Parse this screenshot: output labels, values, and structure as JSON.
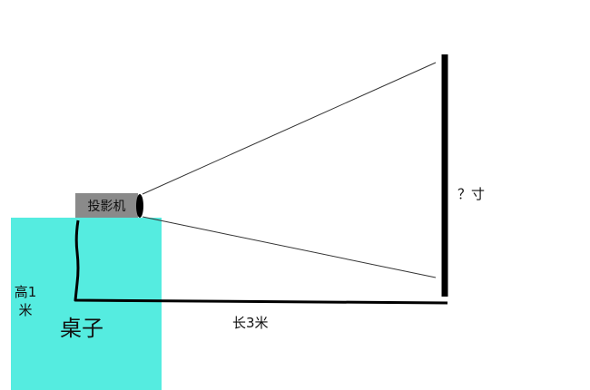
{
  "labels": {
    "projector": "投影机",
    "table": "桌子",
    "table_height": "高1米",
    "distance": "长3米",
    "screen_size": "？寸"
  },
  "colors": {
    "table": "#55ece0",
    "projector_body": "#8a8a8a",
    "lines": "#000000",
    "background": "#ffffff"
  }
}
